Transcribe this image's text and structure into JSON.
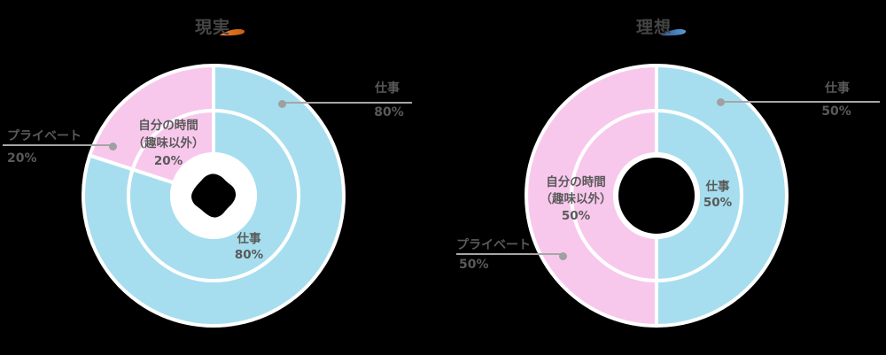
{
  "background": "#000000",
  "colors": {
    "work": "#A6DEEF",
    "private": "#F8C8EC",
    "separator": "#FFFFFF",
    "label_text": "#595959",
    "title_text": "#454545",
    "leader_line": "#A6A6A6",
    "leader_dot": "#A0A0A0"
  },
  "chart_data": [
    {
      "type": "pie",
      "variant": "nested-donut",
      "title": "現実",
      "underline_color": "#ED7D31",
      "underline_color2": "#C9600F",
      "start_angle": 0,
      "direction": "clockwise",
      "segment_colors": [
        "#A6DEEF",
        "#F8C8EC"
      ],
      "rings": [
        {
          "name": "outer",
          "categories": [
            "仕事",
            "プライベート"
          ],
          "values": [
            80,
            20
          ]
        },
        {
          "name": "inner",
          "categories": [
            "仕事",
            "自分の時間（趣味以外）"
          ],
          "values": [
            80,
            20
          ]
        }
      ]
    },
    {
      "type": "pie",
      "variant": "nested-donut",
      "title": "理想",
      "underline_color": "#2F5597",
      "underline_color2": "#5B9BD5",
      "start_angle": 0,
      "direction": "clockwise",
      "segment_colors": [
        "#A6DEEF",
        "#F8C8EC"
      ],
      "rings": [
        {
          "name": "outer",
          "categories": [
            "仕事",
            "プライベート"
          ],
          "values": [
            50,
            50
          ]
        },
        {
          "name": "inner",
          "categories": [
            "仕事",
            "自分の時間（趣味以外）"
          ],
          "values": [
            50,
            50
          ]
        }
      ]
    }
  ],
  "charts": [
    {
      "callout_work": {
        "label": "仕事",
        "pct": "80%"
      },
      "callout_private": {
        "label": "プライベート",
        "pct": "20%"
      },
      "inner_own_time": {
        "line1": "自分の時間",
        "line2": "（趣味以外）",
        "pct": "20%"
      },
      "inner_work": {
        "label": "仕事",
        "pct": "80%"
      }
    },
    {
      "callout_work": {
        "label": "仕事",
        "pct": "50%"
      },
      "callout_private": {
        "label": "プライベート",
        "pct": "50%"
      },
      "inner_own_time": {
        "line1": "自分の時間",
        "line2": "（趣味以外）",
        "pct": "50%"
      },
      "inner_work": {
        "label": "仕事",
        "pct": "50%"
      }
    }
  ]
}
